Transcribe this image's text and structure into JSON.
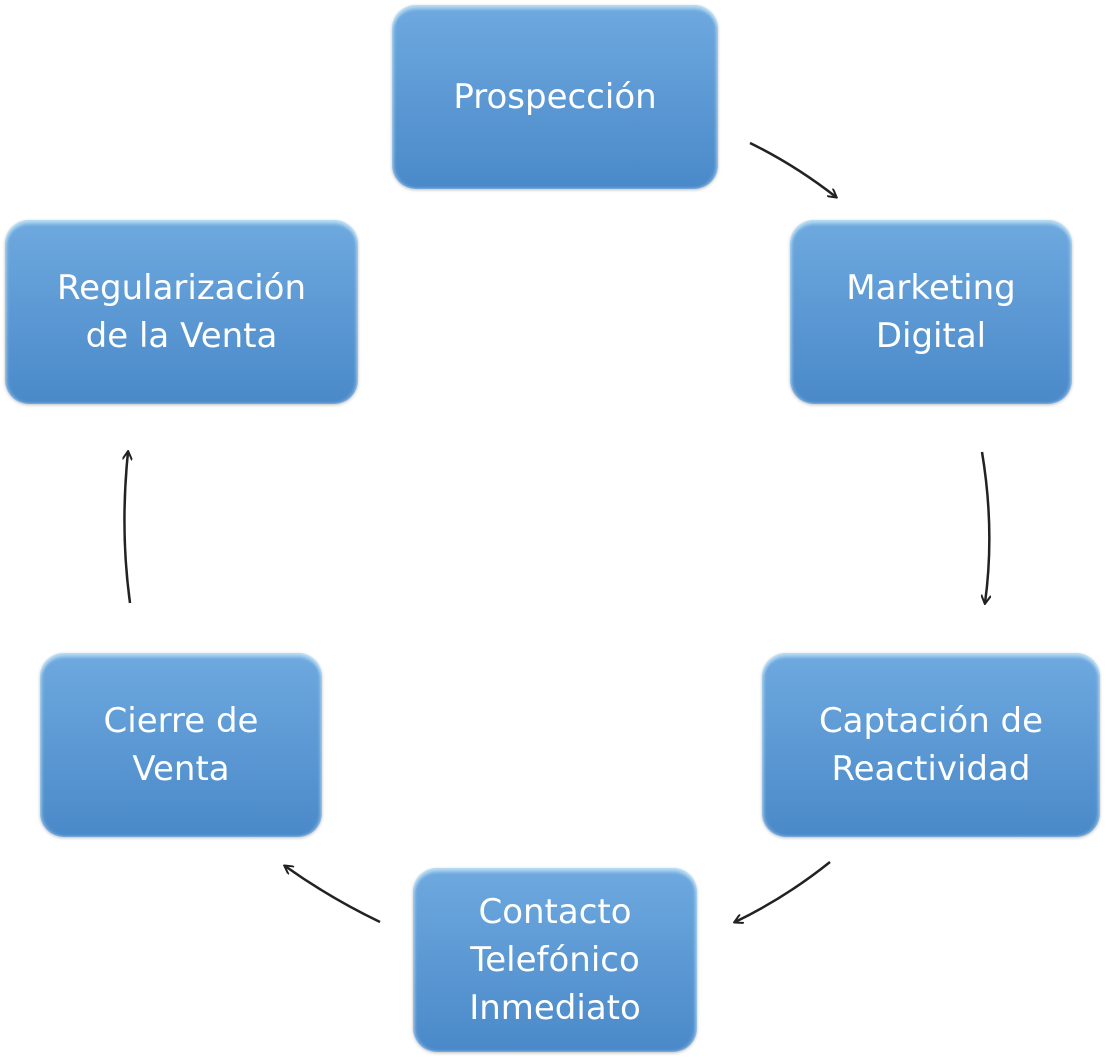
{
  "steps": [
    {
      "label": "Prospección"
    },
    {
      "label": "Marketing\nDigital"
    },
    {
      "label": "Captación de\nReactividad"
    },
    {
      "label": "Contacto\nTelefónico\nInmediato"
    },
    {
      "label": "Cierre de\nVenta"
    },
    {
      "label": "Regularización\nde la Venta"
    }
  ],
  "colors": {
    "box_top": "#6ea9df",
    "box_bottom": "#4a89c9",
    "arrow": "#222222"
  }
}
